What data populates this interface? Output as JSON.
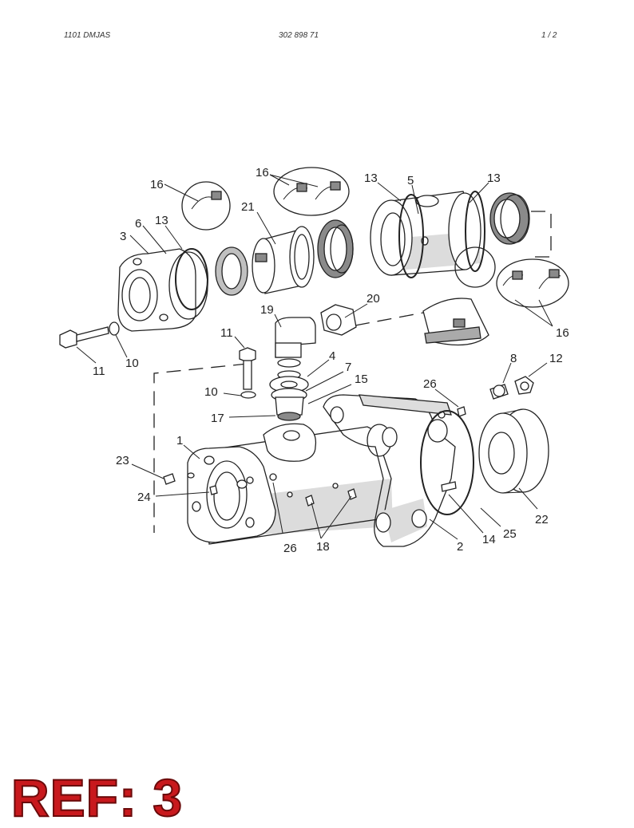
{
  "header": {
    "left": "1101 DMJAS",
    "center": "302 898 71",
    "right": "1 /   2"
  },
  "drawing": {
    "callouts": [
      "16",
      "16",
      "13",
      "5",
      "13",
      "21",
      "6",
      "13",
      "3",
      "19",
      "20",
      "16",
      "11",
      "4",
      "7",
      "15",
      "8",
      "12",
      "11",
      "10",
      "26",
      "10",
      "17",
      "1",
      "23",
      "24",
      "26",
      "18",
      "2",
      "14",
      "25",
      "22"
    ]
  },
  "ref_label": "REF: 3"
}
